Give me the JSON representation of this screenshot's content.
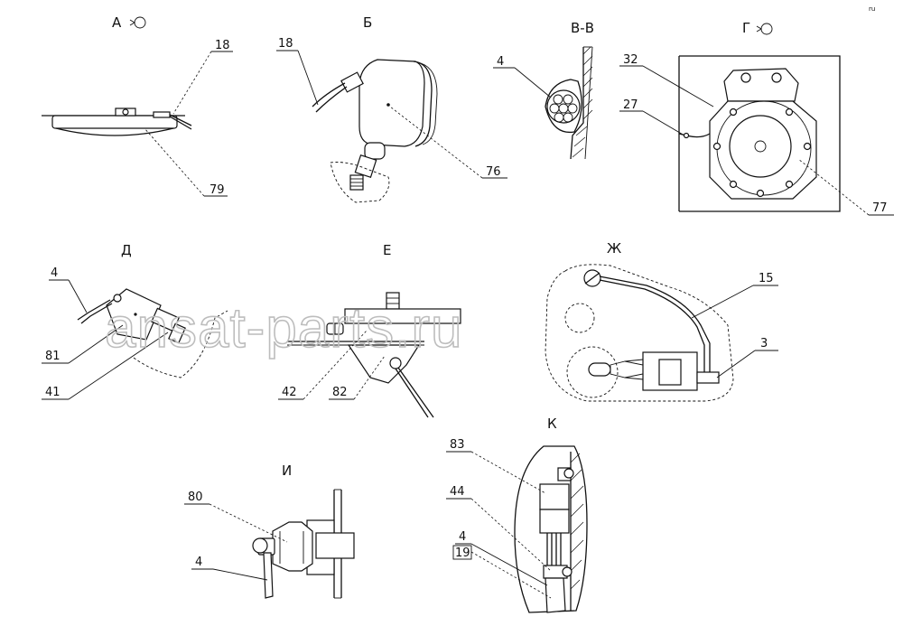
{
  "watermark": "ansat-parts.ru",
  "corner_mark": "ru",
  "views": {
    "a": {
      "title": "А",
      "callouts": [
        "18",
        "79"
      ]
    },
    "b": {
      "title": "Б",
      "callouts": [
        "18",
        "76"
      ]
    },
    "v": {
      "title": "В-В",
      "callouts": [
        "4"
      ]
    },
    "g": {
      "title": "Г",
      "callouts": [
        "32",
        "27",
        "77"
      ]
    },
    "d": {
      "title": "Д",
      "callouts": [
        "4",
        "81",
        "41"
      ]
    },
    "e": {
      "title": "Е",
      "callouts": [
        "42",
        "82"
      ]
    },
    "zh": {
      "title": "Ж",
      "callouts": [
        "15",
        "3"
      ]
    },
    "i": {
      "title": "И",
      "callouts": [
        "80",
        "4"
      ]
    },
    "k": {
      "title": "К",
      "callouts": [
        "83",
        "44",
        "4",
        "19"
      ]
    }
  }
}
